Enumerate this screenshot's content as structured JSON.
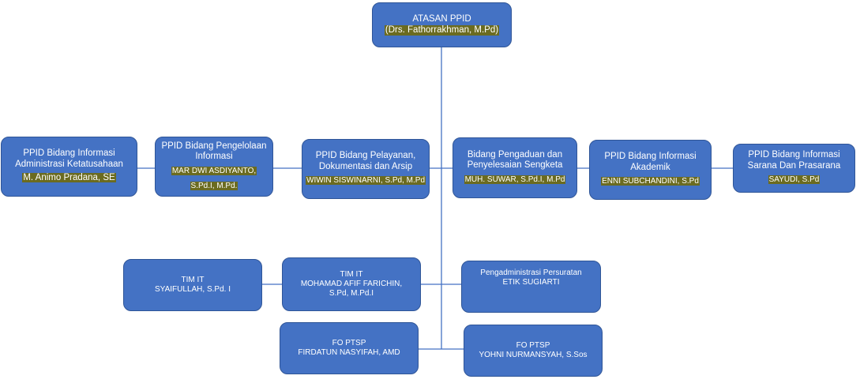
{
  "colors": {
    "box_fill": "#4472c4",
    "box_border": "#2f5597",
    "connector": "#4472c4",
    "highlight": "#6b6b20"
  },
  "chart": {
    "root": {
      "title": "ATASAN PPID",
      "name": "(Drs. Fathorrakhman, M.Pd)"
    },
    "divisions": [
      {
        "title": "PPID Bidang Informasi Administrasi Ketatusahaan",
        "name": "M. Animo Pradana, SE"
      },
      {
        "title": "PPID Bidang Pengelolaan Informasi",
        "name": "MAR DWI ASDIYANTO, S.Pd.I, M.Pd."
      },
      {
        "title": "PPID Bidang Pelayanan, Dokumentasi dan Arsip",
        "name": "WIWIN SISWINARNI, S.Pd, M.Pd"
      },
      {
        "title": "Bidang Pengaduan dan Penyelesaian Sengketa",
        "name": "MUH. SUWAR, S.Pd.I, M.Pd"
      },
      {
        "title": "PPID Bidang Informasi Akademik",
        "name": "ENNI SUBCHANDINI, S.Pd"
      },
      {
        "title": "PPID Bidang Informasi Sarana Dan Prasarana",
        "name": "SAYUDI, S.Pd"
      }
    ],
    "staff": [
      {
        "title": "TIM IT",
        "name": "SYAIFULLAH, S.Pd. I"
      },
      {
        "title": "TIM IT",
        "name": "MOHAMAD AFIF FARICHIN, S.Pd, M.Pd.I"
      },
      {
        "title": "Pengadministrasi Persuratan",
        "name": "ETIK SUGIARTI"
      },
      {
        "title": "FO PTSP",
        "name": "FIRDATUN NASYIFAH, AMD"
      },
      {
        "title": "FO PTSP",
        "name": "YOHNI NURMANSYAH, S.Sos"
      }
    ]
  }
}
